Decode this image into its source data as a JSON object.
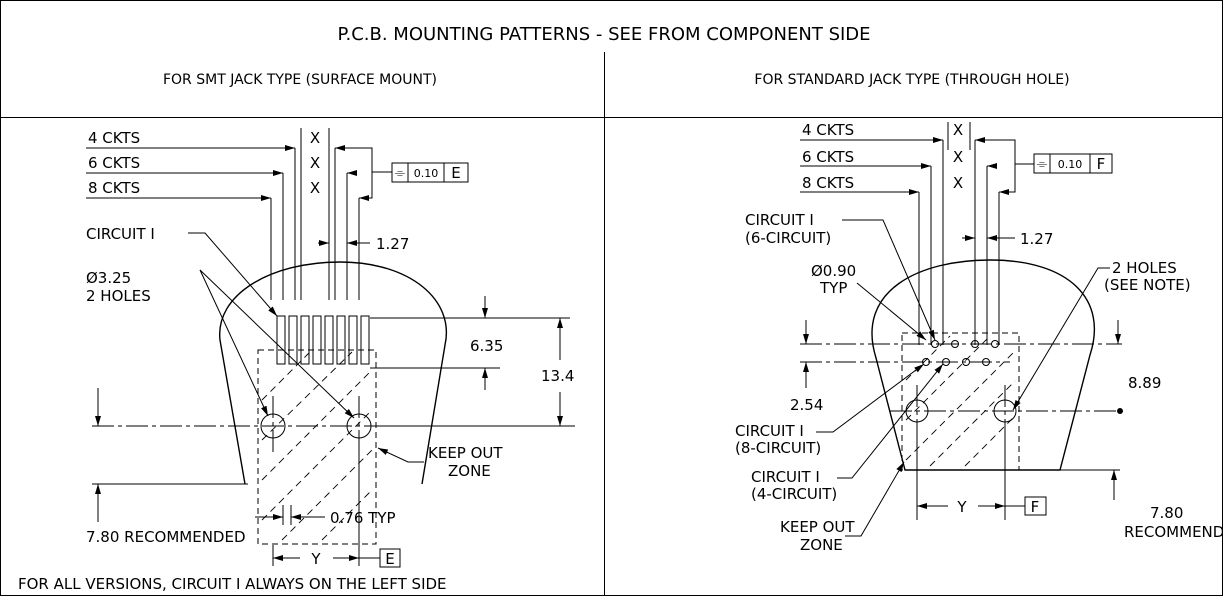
{
  "title": "P.C.B. MOUNTING PATTERNS - SEE FROM COMPONENT SIDE",
  "left": {
    "subtitle": "FOR SMT JACK TYPE (SURFACE MOUNT)",
    "rows": [
      "4 CKTS",
      "6 CKTS",
      "8 CKTS"
    ],
    "x_label": "X",
    "tolerance": {
      "symbol": "⌯",
      "value": "0.10",
      "datum": "E"
    },
    "circuit_label": "CIRCUIT I",
    "hole_label_1": "Ø3.25",
    "hole_label_2": "2 HOLES",
    "pitch": "1.27",
    "dim_a": "6.35",
    "dim_b": "13.4",
    "keepout_1": "KEEP OUT",
    "keepout_2": "ZONE",
    "recommended": "7.80 RECOMMENDED",
    "typ": "0.76 TYP",
    "y_label": "Y",
    "datum_box": "E",
    "footnote": "FOR ALL VERSIONS, CIRCUIT I ALWAYS ON THE LEFT SIDE"
  },
  "right": {
    "subtitle": "FOR STANDARD JACK TYPE (THROUGH HOLE)",
    "rows": [
      "4 CKTS",
      "6 CKTS",
      "8 CKTS"
    ],
    "x_label": "X",
    "tolerance": {
      "symbol": "⌯",
      "value": "0.10",
      "datum": "F"
    },
    "circuit6_1": "CIRCUIT I",
    "circuit6_2": "(6-CIRCUIT)",
    "pitch": "1.27",
    "hole_dia_1": "Ø0.90",
    "hole_dia_2": "TYP",
    "holes_1": "2 HOLES",
    "holes_2": "(SEE NOTE)",
    "dim_row": "2.54",
    "dim_h": "8.89",
    "circuit8_1": "CIRCUIT I",
    "circuit8_2": "(8-CIRCUIT)",
    "circuit4_1": "CIRCUIT I",
    "circuit4_2": "(4-CIRCUIT)",
    "keepout_1": "KEEP OUT",
    "keepout_2": "ZONE",
    "y_label": "Y",
    "datum_box": "F",
    "rec_1": "7.80",
    "rec_2": "RECOMMENDED"
  }
}
